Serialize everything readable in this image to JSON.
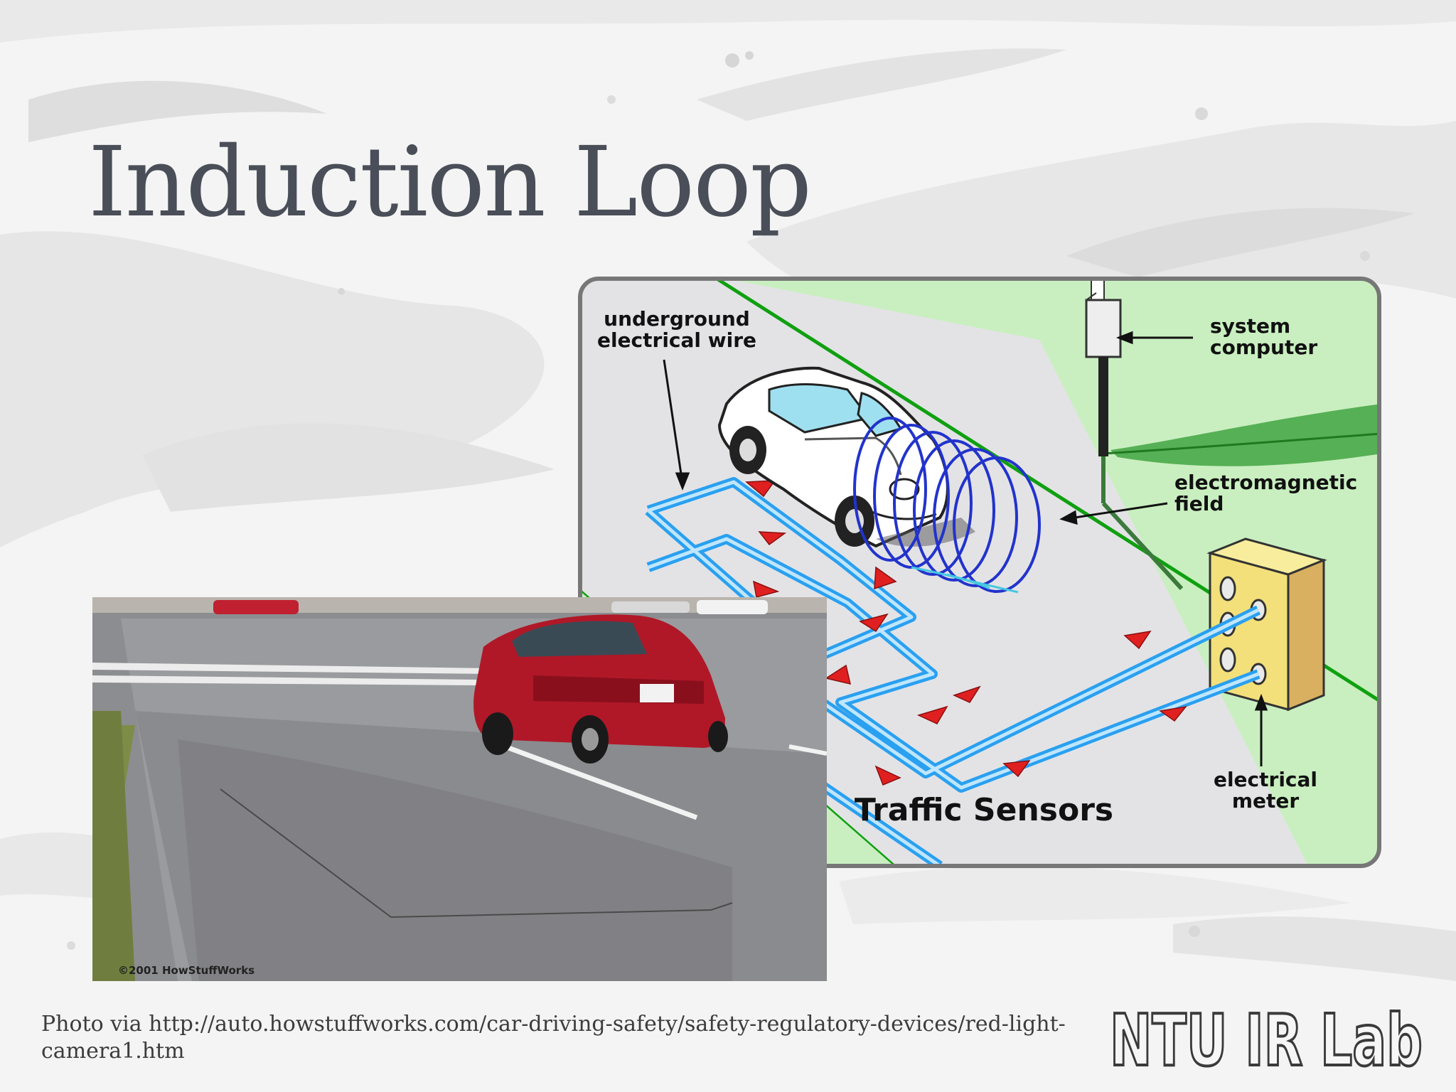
{
  "slide": {
    "title": "Induction Loop",
    "caption": "Photo via http://auto.howstuffworks.com/car-driving-safety/safety-regulatory-devices/red-light-camera1.htm",
    "logo_text": "NTU IR Lab"
  },
  "diagram": {
    "label_wire_line1": "underground",
    "label_wire_line2": "electrical wire",
    "label_computer_line1": "system",
    "label_computer_line2": "computer",
    "label_field_line1": "electromagnetic",
    "label_field_line2": "field",
    "label_meter_line1": "electrical",
    "label_meter_line2": "meter",
    "caption": "Traffic Sensors"
  },
  "photo": {
    "copyright": "©2001 HowStuffWorks"
  },
  "colors": {
    "title": "#4a4e58",
    "grass": "#c8f0c0",
    "road_line": "#00b000",
    "wire": "#5ab8f0",
    "arrow": "#e02020",
    "field": "#2233cc",
    "car_red": "#b01828"
  }
}
